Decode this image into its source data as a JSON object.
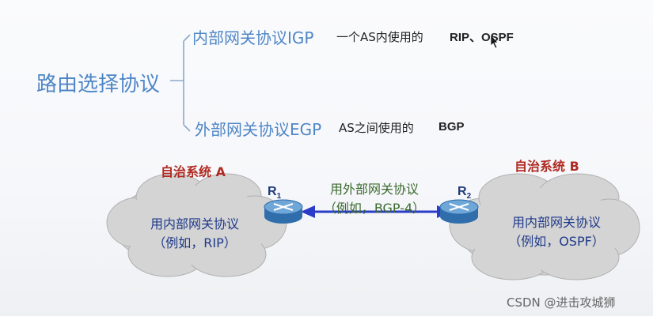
{
  "hierarchy": {
    "root": "路由选择协议",
    "igp": {
      "label": "内部网关协议IGP",
      "note": "一个AS内使用的",
      "examples": "RIP、OSPF"
    },
    "egp": {
      "label": "外部网关协议EGP",
      "note": "AS之间使用的",
      "examples": "BGP"
    }
  },
  "diagram": {
    "as_a": {
      "title": "自治系统 A",
      "line1": "用内部网关协议",
      "line2": "（例如，RIP）"
    },
    "as_b": {
      "title": "自治系统 B",
      "line1": "用内部网关协议",
      "line2": "（例如，OSPF）"
    },
    "router1": {
      "letter": "R",
      "sub": "1"
    },
    "router2": {
      "letter": "R",
      "sub": "2"
    },
    "link": {
      "line1": "用外部网关协议",
      "line2": "（例如，BGP-4）"
    }
  },
  "watermark": "CSDN @进击攻城狮",
  "colors": {
    "heading": "#4f86c6",
    "as_title": "#b02a22",
    "link_text": "#3a6a2e",
    "arrow": "#2a3cc8",
    "cloud": "#d4d4d4"
  }
}
